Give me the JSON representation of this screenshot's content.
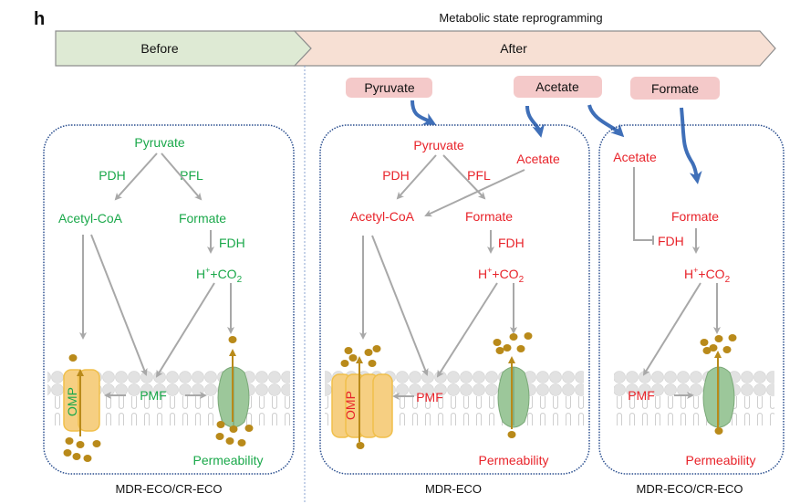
{
  "panel_label": "h",
  "header": {
    "title": "Metabolic state reprogramming",
    "before_label": "Before",
    "after_label": "After"
  },
  "external_substrates": [
    "Pyruvate",
    "Acetate",
    "Formate"
  ],
  "colors": {
    "before_text": "#1aa84a",
    "after_text": "#e8232a",
    "before_band": "#deead4",
    "after_band": "#f7e0d4",
    "substrate_pill": "#f4c9c9",
    "uptake_arrow": "#3f6fb8",
    "pathway_arrow": "#a8a8a8",
    "cell_border": "#2b4f8f",
    "omp": "#f6cf82",
    "porin": "#9cc79a",
    "solute": "#b98a1a"
  },
  "panels": [
    {
      "caption": "MDR-ECO/CR-ECO",
      "nodes": {
        "pyruvate": "Pyruvate",
        "pdh": "PDH",
        "pfl": "PFL",
        "acetyl_coa": "Acetyl-CoA",
        "formate": "Formate",
        "fdh": "FDH",
        "h": "H",
        "h_sup": "+",
        "co2": "+CO",
        "co2_sub": "2",
        "omp": "OMP",
        "pmf": "PMF",
        "permeability": "Permeability"
      }
    },
    {
      "caption": "MDR-ECO",
      "nodes": {
        "pyruvate": "Pyruvate",
        "acetate": "Acetate",
        "pdh": "PDH",
        "pfl": "PFL",
        "acetyl_coa": "Acetyl-CoA",
        "formate": "Formate",
        "fdh": "FDH",
        "h": "H",
        "h_sup": "+",
        "co2": "+CO",
        "co2_sub": "2",
        "omp": "OMP",
        "pmf": "PMF",
        "permeability": "Permeability"
      }
    },
    {
      "caption": "MDR-ECO/CR-ECO",
      "nodes": {
        "acetate": "Acetate",
        "formate": "Formate",
        "fdh": "FDH",
        "h": "H",
        "h_sup": "+",
        "co2": "+CO",
        "co2_sub": "2",
        "pmf": "PMF",
        "permeability": "Permeability"
      }
    }
  ]
}
